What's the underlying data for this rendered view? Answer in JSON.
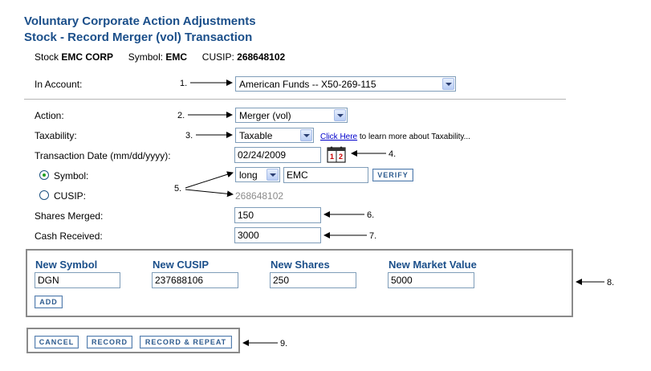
{
  "header": {
    "title1": "Voluntary Corporate Action Adjustments",
    "title2": "Stock - Record Merger (vol) Transaction"
  },
  "stock_info": {
    "stock_label": "Stock",
    "stock_value": "EMC CORP",
    "symbol_label": "Symbol:",
    "symbol_value": "EMC",
    "cusip_label": "CUSIP:",
    "cusip_value": "268648102"
  },
  "form": {
    "account_label": "In Account:",
    "account_value": "American Funds -- X50-269-115",
    "action_label": "Action:",
    "action_value": "Merger (vol)",
    "taxability_label": "Taxability:",
    "taxability_value": "Taxable",
    "taxability_link": "Click Here",
    "taxability_link_suffix": "to learn more about Taxability...",
    "date_label": "Transaction Date (mm/dd/yyyy):",
    "date_value": "02/24/2009",
    "symbol_label": "Symbol:",
    "symbol_type": "long",
    "symbol_value": "EMC",
    "verify_label": "VERIFY",
    "cusip_label": "CUSIP:",
    "cusip_value": "268648102",
    "shares_label": "Shares Merged:",
    "shares_value": "150",
    "cash_label": "Cash Received:",
    "cash_value": "3000"
  },
  "new_security": {
    "col_symbol": "New Symbol",
    "col_cusip": "New CUSIP",
    "col_shares": "New Shares",
    "col_value": "New Market Value",
    "symbol": "DGN",
    "cusip": "237688106",
    "shares": "250",
    "market_value": "5000",
    "add_label": "ADD"
  },
  "buttons": {
    "cancel": "CANCEL",
    "record": "RECORD",
    "record_repeat": "RECORD & REPEAT"
  },
  "callouts": [
    "1.",
    "2.",
    "3.",
    "4.",
    "5.",
    "6.",
    "7.",
    "8.",
    "9."
  ],
  "colors": {
    "title": "#1b4f8a",
    "button_text": "#2c5a8e",
    "link": "#0000cc",
    "radio_selected": "#21a121"
  }
}
